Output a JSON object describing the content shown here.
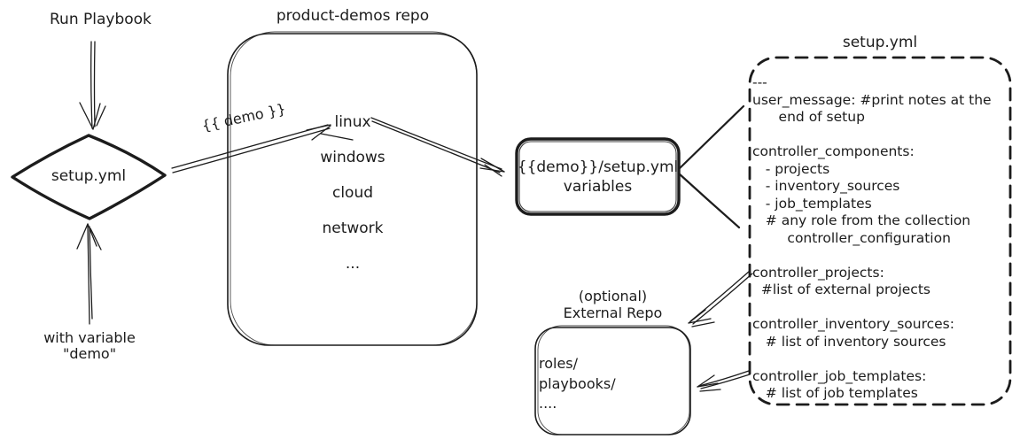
{
  "colors": {
    "stroke": "#1c1c1c",
    "background": "#ffffff"
  },
  "flow": {
    "run_playbook_label": "Run Playbook",
    "with_variable_line1": "with variable",
    "with_variable_line2": "\"demo\"",
    "diamond_label": "setup.yml",
    "demo_arrow_label": "{{ demo }}"
  },
  "repo": {
    "title": "product-demos repo",
    "items": [
      "linux",
      "windows",
      "cloud",
      "network",
      "..."
    ]
  },
  "variables_box": {
    "line1": "{{demo}}/setup.yml",
    "line2": "variables"
  },
  "setup_yml": {
    "title": "setup.yml",
    "lines": [
      "---",
      "user_message: #print notes at the",
      "      end of setup",
      "",
      "controller_components:",
      "   - projects",
      "   - inventory_sources",
      "   - job_templates",
      "   # any role from the collection",
      "        controller_configuration",
      "",
      "controller_projects:",
      "  #list of external projects",
      "",
      "controller_inventory_sources:",
      "   # list of inventory sources",
      "",
      "controller_job_templates:",
      "   # list of job templates"
    ]
  },
  "external_repo": {
    "label_line1": "(optional)",
    "label_line2": "External Repo",
    "content": [
      "roles/",
      "playbooks/",
      "...."
    ]
  }
}
